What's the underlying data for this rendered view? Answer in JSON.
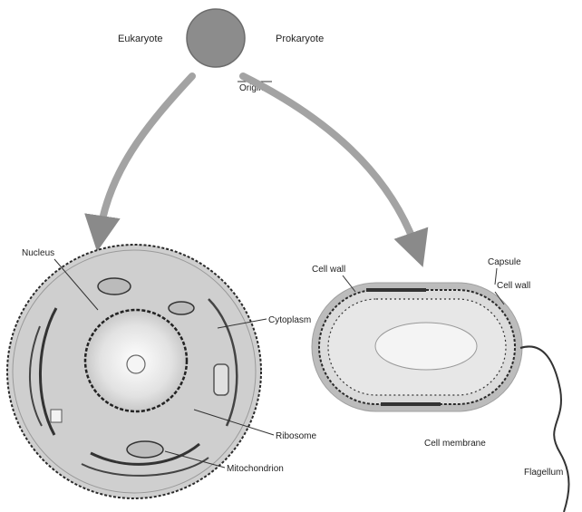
{
  "top": {
    "left_label": "Eukaryote",
    "right_label": "Prokaryote",
    "under_label": "Origin"
  },
  "eukaryote": {
    "top_label": "Nucleus",
    "side_label": "Cytoplasm",
    "lower_label": "Ribosome",
    "bottom_label": "Mitochondrion"
  },
  "prokaryote": {
    "left_label": "Cell wall",
    "right_label_top": "Capsule",
    "right_label_mid": "Cell wall",
    "bottom_label": "Cell membrane",
    "flagellum_label": "Flagellum"
  },
  "colors": {
    "arrow": "#8f8f8f",
    "cell_fill": "#cfcfcf",
    "nucleus_fill": "#e6e6e6",
    "outline": "#2a2a2a",
    "bacterium_wall": "#b9b9b9",
    "bacterium_fill": "#dcdcdc"
  }
}
